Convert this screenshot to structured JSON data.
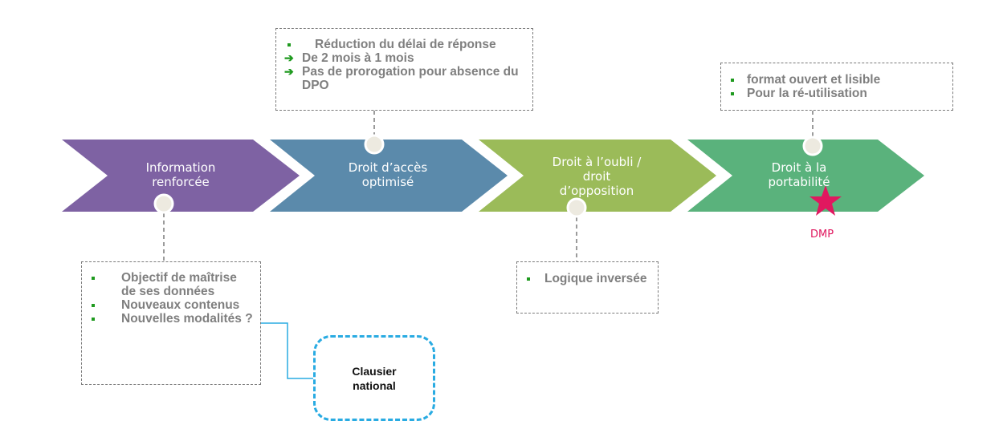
{
  "colors": {
    "stage1": "#7e62a3",
    "stage2": "#5b8aab",
    "stage3": "#9bbb59",
    "stage4": "#5ab27c",
    "connector_dashed": "#7a7a7a",
    "connector_solid": "#29abe2",
    "bullet": "#1f9a1f",
    "star": "#e0185f",
    "milestone_fill": "#edeae0"
  },
  "stages": [
    {
      "label": "Information\nrenforcée"
    },
    {
      "label": "Droit d’accès\noptimisé"
    },
    {
      "label": "Droit à l’oubli /\ndroit\nd’opposition"
    },
    {
      "label": "Droit à la\nportabilité"
    }
  ],
  "notes": {
    "info": {
      "items": [
        {
          "bullet": "square",
          "text": "Objectif de maîtrise de ses données"
        },
        {
          "bullet": "square",
          "text": "Nouveaux contenus"
        },
        {
          "bullet": "square",
          "text": "Nouvelles modalités ?"
        }
      ]
    },
    "acces": {
      "items": [
        {
          "bullet": "square",
          "text": "Réduction du délai de réponse"
        },
        {
          "bullet": "arrow",
          "text": "De 2 mois à 1 mois"
        },
        {
          "bullet": "arrow",
          "text": "Pas de prorogation pour absence du DPO"
        }
      ]
    },
    "oubli": {
      "items": [
        {
          "bullet": "square",
          "text": "Logique inversée"
        }
      ]
    },
    "portabilite": {
      "items": [
        {
          "bullet": "square",
          "text": "format ouvert et lisible"
        },
        {
          "bullet": "square",
          "text": "Pour la ré-utilisation"
        }
      ]
    }
  },
  "clausier": {
    "label": "Clausier\nnational"
  },
  "dmp": {
    "label": "DMP",
    "icon": "star-icon"
  }
}
